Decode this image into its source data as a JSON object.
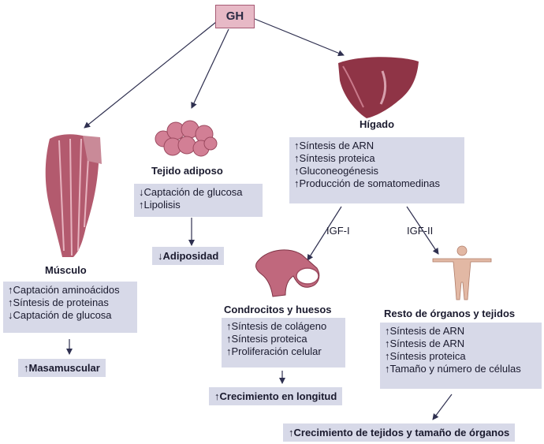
{
  "gh": "GH",
  "muscle": {
    "title": "Músculo",
    "effects": [
      "↑Captación aminoácidos",
      "↑Síntesis de proteinas",
      "↓Captación de glucosa"
    ],
    "result": "↑Masamuscular"
  },
  "adipose": {
    "title": "Tejido adiposo",
    "effects": [
      "↓Captación de glucosa",
      "↑Lipolisis"
    ],
    "result": "↓Adiposidad"
  },
  "liver": {
    "title": "Hígado",
    "effects": [
      "↑Síntesis de ARN",
      "↑Síntesis proteica",
      "↑Gluconeogénesis",
      "↑Producción de somatomedinas"
    ]
  },
  "igf1": "IGF-I",
  "igf2": "IGF-II",
  "bone": {
    "title": "Condrocitos y huesos",
    "effects": [
      "↑Síntesis de colágeno",
      "↑Síntesis proteica",
      "↑Proliferación celular"
    ],
    "result": "↑Crecimiento en longitud"
  },
  "organs": {
    "title": "Resto de órganos y tejidos",
    "effects": [
      "↑Síntesis de ARN",
      "↑Síntesis de ARN",
      "↑Síntesis proteica",
      "↑Tamaño y número de células"
    ],
    "result": "↑Crecimiento de tejidos y tamaño de órganos"
  },
  "colors": {
    "box": "#d7d9e8",
    "gh_fill": "#e7b9c6",
    "organ": "#b35a6e",
    "arrow": "#2f3050"
  }
}
